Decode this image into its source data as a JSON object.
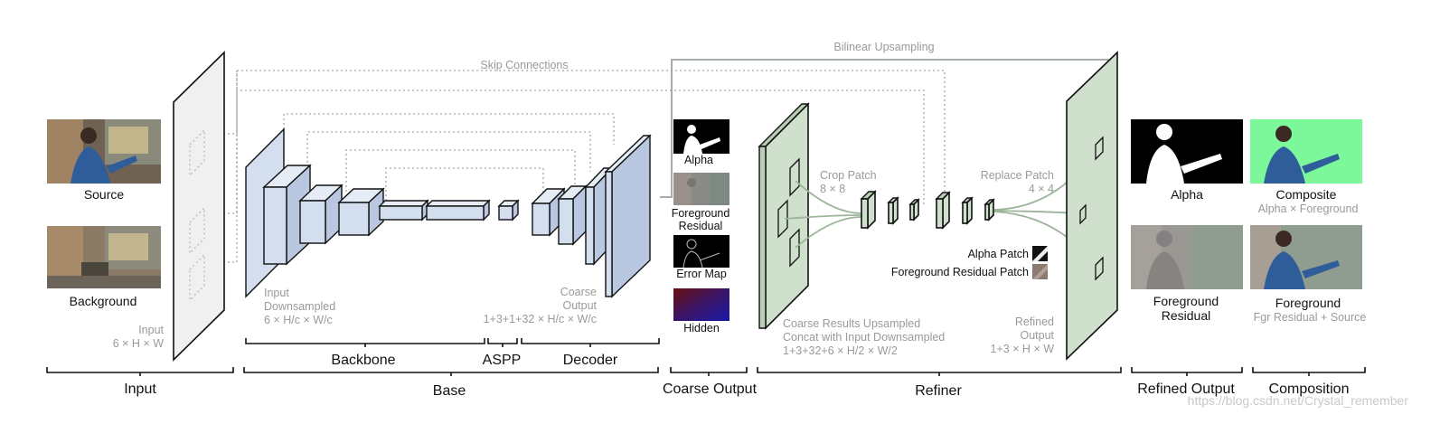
{
  "top": {
    "skip_connections": "Skip Connections",
    "bilinear_upsampling": "Bilinear Upsampling"
  },
  "input": {
    "source_label": "Source",
    "background_label": "Background",
    "dims_line1": "Input",
    "dims_line2": "6 × H × W"
  },
  "backbone": {
    "note_line1": "Input",
    "note_line2": "Downsampled",
    "note_line3": "6 × H/c × W/c"
  },
  "decoder": {
    "note_line1": "Coarse",
    "note_line2": "Output",
    "note_line3": "1+3+1+32 × H/c × W/c"
  },
  "coarse_output": {
    "alpha": "Alpha",
    "fg_residual_line1": "Foreground",
    "fg_residual_line2": "Residual",
    "error_map": "Error Map",
    "hidden": "Hidden"
  },
  "refiner": {
    "crop_patch_line1": "Crop Patch",
    "crop_patch_line2": "8 × 8",
    "replace_patch_line1": "Replace Patch",
    "replace_patch_line2": "4 × 4",
    "alpha_patch": "Alpha Patch",
    "fg_residual_patch": "Foreground Residual Patch",
    "coarse_note_line1": "Coarse Results Upsampled",
    "coarse_note_line2": "Concat with Input Downsampled",
    "coarse_note_line3": "1+3+32+6 × H/2 × W/2",
    "refined_line1": "Refined",
    "refined_line2": "Output",
    "refined_line3": "1+3 × H × W"
  },
  "refined_output": {
    "alpha": "Alpha",
    "fg_residual_line1": "Foreground",
    "fg_residual_line2": "Residual"
  },
  "composition": {
    "composite": "Composite",
    "composite_sub": "Alpha × Foreground",
    "foreground": "Foreground",
    "foreground_sub": "Fgr Residual + Source"
  },
  "sections": {
    "backbone": "Backbone",
    "aspp": "ASPP",
    "decoder": "Decoder",
    "input": "Input",
    "base": "Base",
    "coarse_output": "Coarse Output",
    "refiner": "Refiner",
    "refined_output": "Refined Output",
    "composition": "Composition"
  },
  "watermark": "https://blog.csdn.net/Crystal_remember"
}
